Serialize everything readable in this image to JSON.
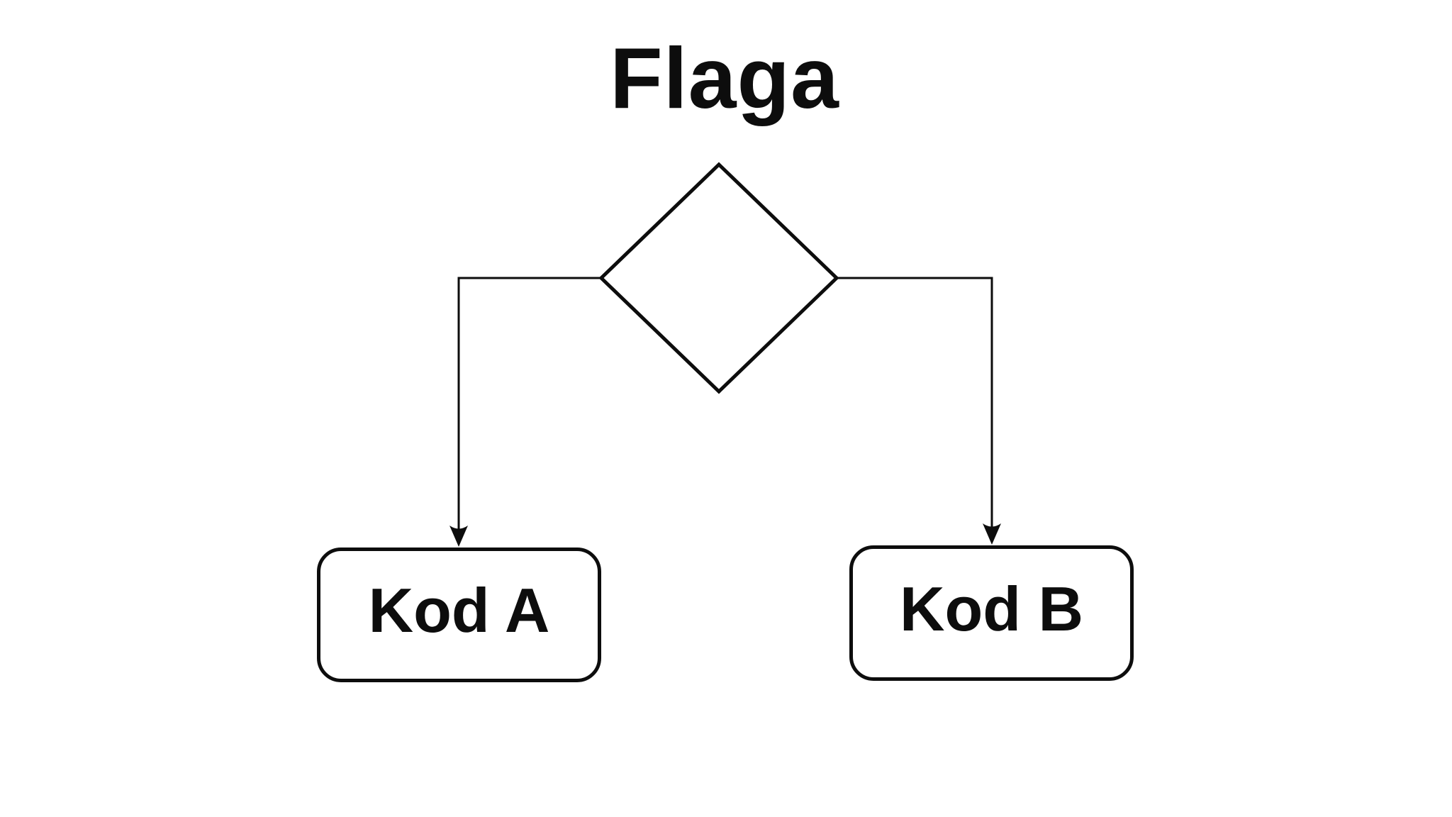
{
  "diagram": {
    "title": "Flaga",
    "nodes": [
      {
        "id": "decision",
        "type": "diamond",
        "label": ""
      },
      {
        "id": "kod-a",
        "type": "rounded-rectangle",
        "label": "Kod A"
      },
      {
        "id": "kod-b",
        "type": "rounded-rectangle",
        "label": "Kod B"
      }
    ],
    "edges": [
      {
        "from": "decision",
        "to": "kod-a",
        "arrow": "down"
      },
      {
        "from": "decision",
        "to": "kod-b",
        "arrow": "down"
      }
    ],
    "colors": {
      "stroke": "#0d0d0d",
      "shape_fill": "#ffffff",
      "text": "#0d0d0d",
      "background": "#ffffff"
    }
  }
}
